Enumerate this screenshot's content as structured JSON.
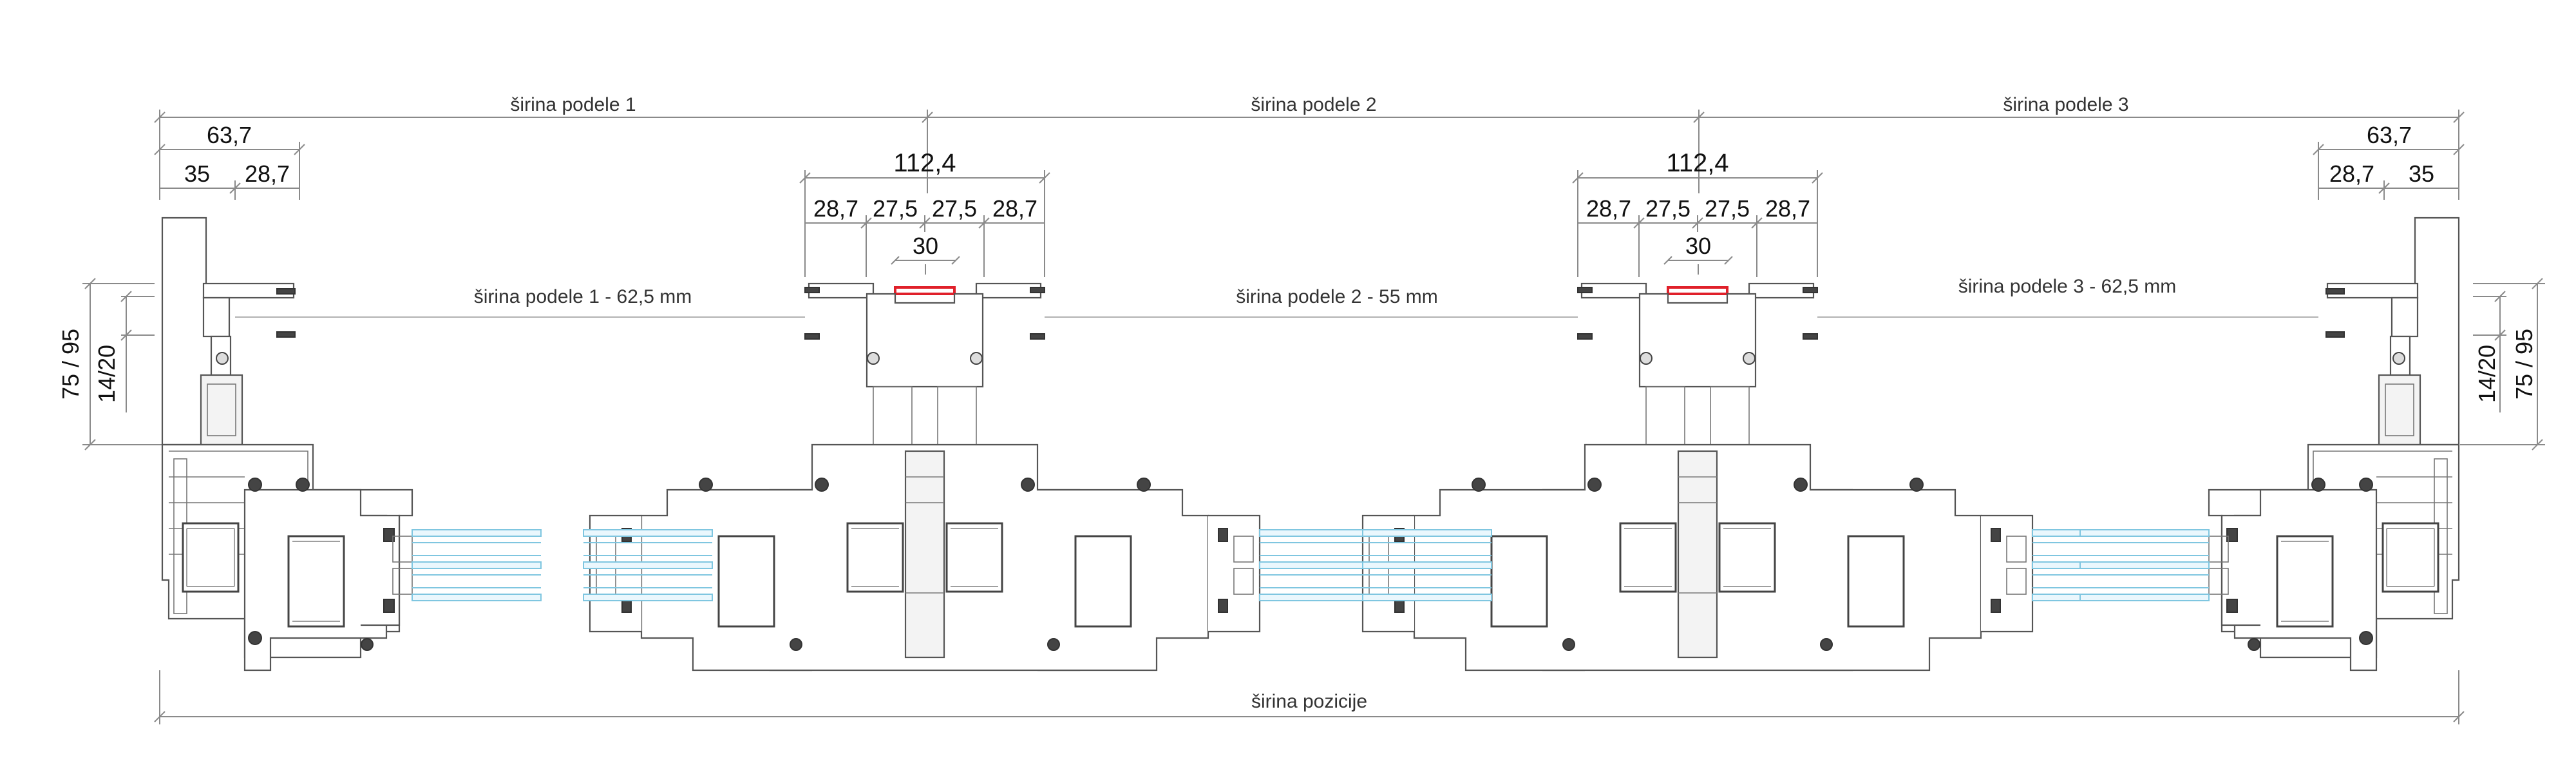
{
  "labels": {
    "width_section_1": "širina podele 1",
    "width_section_2": "širina podele 2",
    "width_section_3": "širina podele 3",
    "width_position": "širina pozicije",
    "inner_1": "širina podele 1 - 62,5 mm",
    "inner_2": "širina podele 2 - 55 mm",
    "inner_3": "širina podele 3 - 62,5 mm"
  },
  "dimensions": {
    "left_total": "63,7",
    "left_a": "35",
    "left_b": "28,7",
    "right_total": "63,7",
    "right_a": "28,7",
    "right_b": "35",
    "mullion1_total": "112,4",
    "mullion1_parts": [
      "28,7",
      "27,5",
      "27,5",
      "28,7"
    ],
    "mullion1_center": "30",
    "mullion2_total": "112,4",
    "mullion2_parts": [
      "28,7",
      "27,5",
      "27,5",
      "28,7"
    ],
    "mullion2_center": "30",
    "height_outer_left": "75 / 95",
    "height_inner_left": "14/20",
    "height_outer_right": "75 / 95",
    "height_inner_right": "14/20"
  },
  "colors": {
    "glass": "#7fc6e0",
    "highlight_part": "#e0202a",
    "line": "#8a8a8a"
  }
}
